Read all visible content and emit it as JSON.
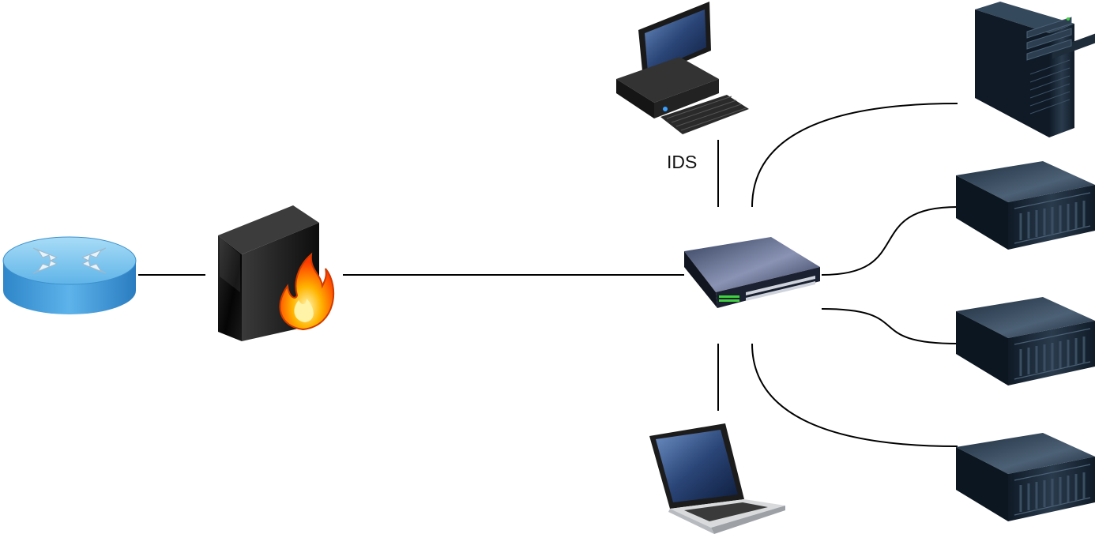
{
  "diagram": {
    "ids_label": "IDS",
    "colors": {
      "link": "#000000",
      "router": "#4aa3df",
      "router_top": "#8fd0f5",
      "firewall": "#1a1a1a",
      "flame": "#ff6a00",
      "switch": "#2c3e5c",
      "switch_led": "#3fd13f",
      "server": "#1c2a38",
      "screen": "#2d4a7a"
    },
    "nodes": [
      {
        "id": "router",
        "icon": "router-icon"
      },
      {
        "id": "firewall",
        "icon": "firewall-icon"
      },
      {
        "id": "switch",
        "icon": "switch-icon"
      },
      {
        "id": "ids",
        "icon": "desktop-computer-icon",
        "label": "IDS"
      },
      {
        "id": "laptop",
        "icon": "laptop-icon"
      },
      {
        "id": "tower-server",
        "icon": "tower-server-icon"
      },
      {
        "id": "rack-server-1",
        "icon": "rack-server-icon"
      },
      {
        "id": "rack-server-2",
        "icon": "rack-server-icon"
      },
      {
        "id": "rack-server-3",
        "icon": "rack-server-icon"
      }
    ],
    "links": [
      {
        "from": "router",
        "to": "firewall"
      },
      {
        "from": "firewall",
        "to": "switch"
      },
      {
        "from": "switch",
        "to": "ids"
      },
      {
        "from": "switch",
        "to": "laptop"
      },
      {
        "from": "switch",
        "to": "tower-server"
      },
      {
        "from": "switch",
        "to": "rack-server-1"
      },
      {
        "from": "switch",
        "to": "rack-server-2"
      },
      {
        "from": "switch",
        "to": "rack-server-3"
      }
    ]
  }
}
